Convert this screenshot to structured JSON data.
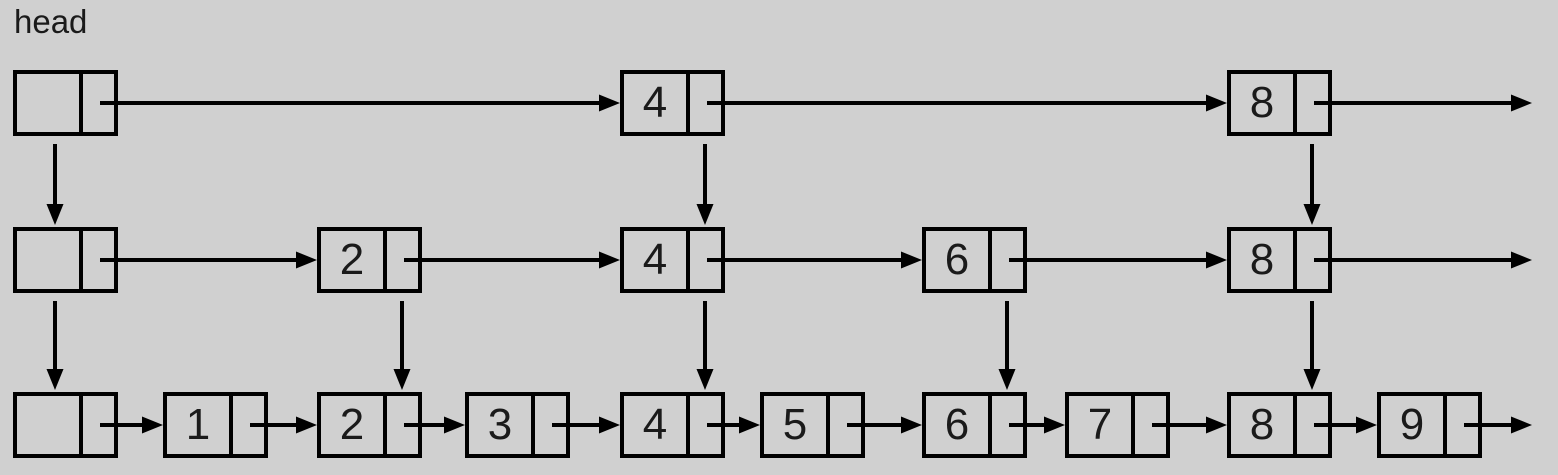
{
  "head_label": "head",
  "colors": {
    "background": "#d0d0d0",
    "line": "#000000",
    "text": "#1a1a1a"
  },
  "diagram": {
    "type": "skip-list",
    "levels": [
      {
        "name": "top",
        "head_value": "",
        "values": [
          "4",
          "8"
        ],
        "tail_arrow": true
      },
      {
        "name": "middle",
        "head_value": "",
        "values": [
          "2",
          "4",
          "6",
          "8"
        ],
        "tail_arrow": true
      },
      {
        "name": "bottom",
        "head_value": "",
        "values": [
          "1",
          "2",
          "3",
          "4",
          "5",
          "6",
          "7",
          "8",
          "9"
        ],
        "tail_arrow": true
      }
    ]
  }
}
